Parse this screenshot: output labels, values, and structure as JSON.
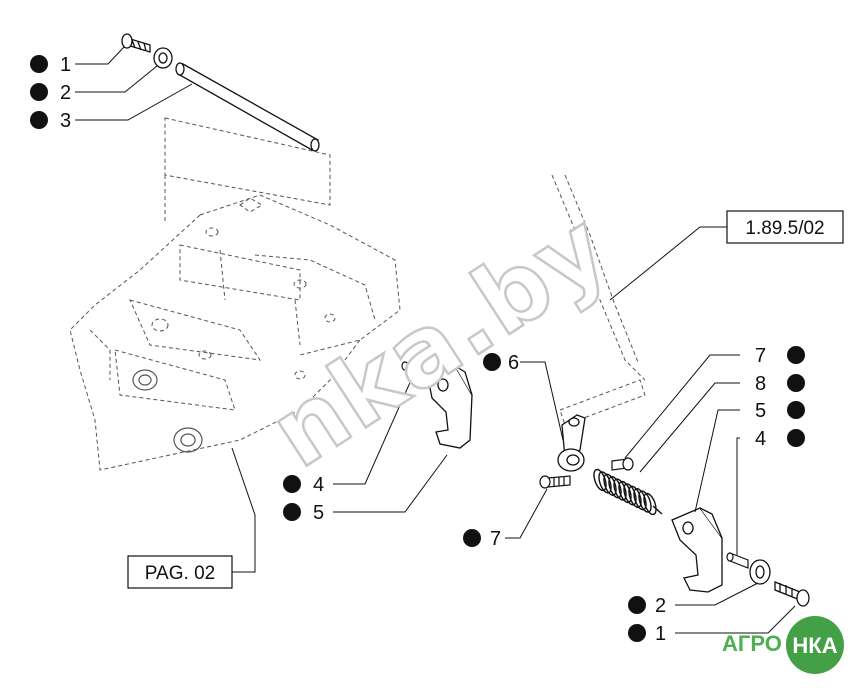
{
  "callouts_top_left": [
    "1",
    "2",
    "3"
  ],
  "callouts_mid_left": [
    "4",
    "5"
  ],
  "callout_six": "6",
  "callout_seven_left": "7",
  "callouts_right": [
    "7",
    "8",
    "5",
    "4"
  ],
  "callouts_bottom_right": [
    "2",
    "1"
  ],
  "ref_box_reference": "1.89.5/02",
  "ref_box_page": "PAG. 02",
  "watermark_text": "nka.by",
  "logo_left_text": "АГРО",
  "logo_right_text": "НКА",
  "colors": {
    "ink": "#111111",
    "logo_green": "#4caf50",
    "logo_circle": "#43a047",
    "watermark_stroke": "#c8c8c8"
  }
}
